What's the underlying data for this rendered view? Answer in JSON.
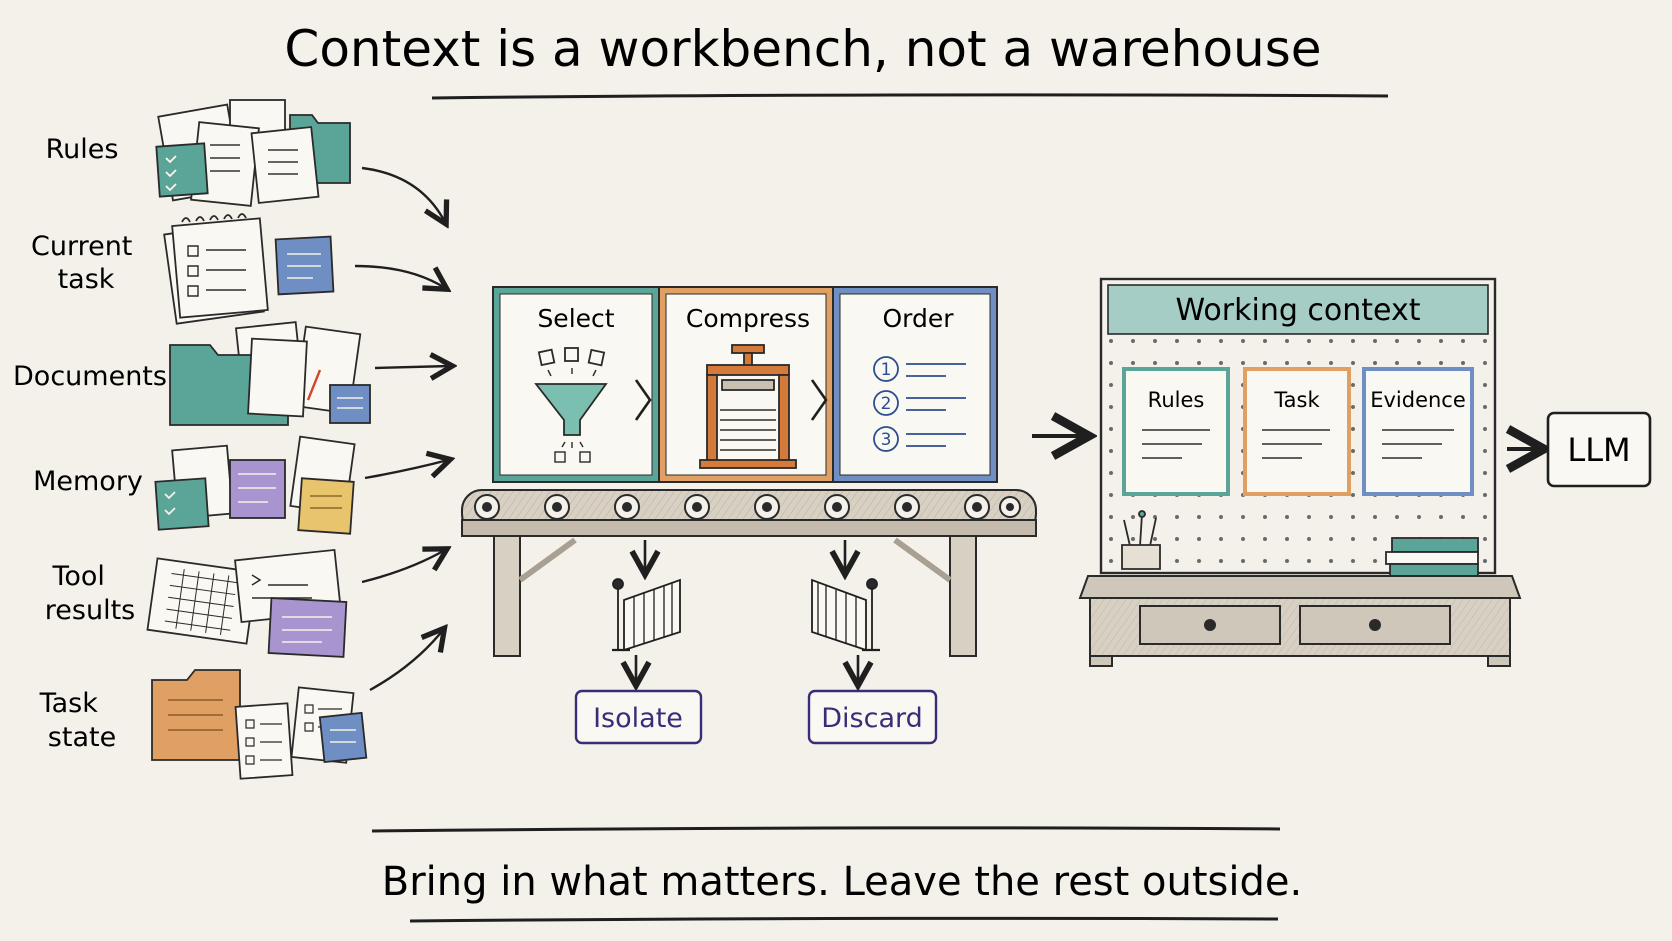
{
  "title": "Context is a workbench, not a warehouse",
  "footer": "Bring in what matters. Leave the rest outside.",
  "sources": [
    {
      "lines": [
        "Rules"
      ]
    },
    {
      "lines": [
        "Current",
        "task"
      ]
    },
    {
      "lines": [
        "Documents"
      ]
    },
    {
      "lines": [
        "Memory"
      ]
    },
    {
      "lines": [
        "Tool",
        "results"
      ]
    },
    {
      "lines": [
        "Task",
        "state"
      ]
    }
  ],
  "stages": {
    "select": "Select",
    "compress": "Compress",
    "order": "Order",
    "order_numbers": [
      "1",
      "2",
      "3"
    ]
  },
  "bins": {
    "isolate": "Isolate",
    "discard": "Discard"
  },
  "working_context": {
    "title": "Working context",
    "cards": [
      "Rules",
      "Task",
      "Evidence"
    ]
  },
  "llm": "LLM",
  "colors": {
    "teal": "#5aa598",
    "orange": "#e0a064",
    "blue": "#6f8fc4",
    "purple": "#a894cf",
    "yellow": "#e8c46c",
    "ink": "#1f1f1f",
    "bin_purple": "#3b2c7a",
    "wood": "#cfc7b9"
  },
  "icons": {
    "select": "funnel-icon",
    "compress": "press-icon",
    "order": "numbered-list-icon",
    "isolate": "gate-icon",
    "discard": "gate-icon"
  }
}
